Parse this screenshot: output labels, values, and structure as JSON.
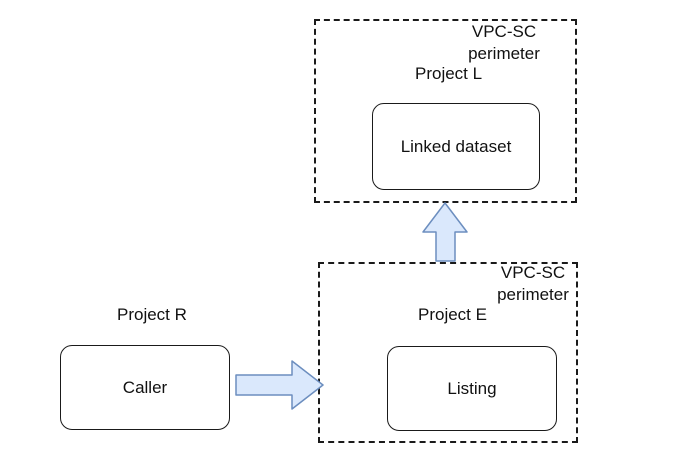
{
  "diagram": {
    "perimeters": [
      {
        "id": "top",
        "label": "VPC-SC perimeter",
        "project": "Project L",
        "node": "Linked dataset"
      },
      {
        "id": "bottom",
        "label": "VPC-SC perimeter",
        "project": "Project E",
        "node": "Listing"
      }
    ],
    "external": {
      "project": "Project R",
      "node": "Caller"
    },
    "arrows": [
      {
        "from": "Caller",
        "to": "Listing perimeter",
        "direction": "right"
      },
      {
        "from": "Listing perimeter",
        "to": "Linked dataset perimeter",
        "direction": "up"
      }
    ],
    "colors": {
      "arrow_fill": "#dae8fc",
      "arrow_stroke": "#6c8ebf"
    }
  }
}
